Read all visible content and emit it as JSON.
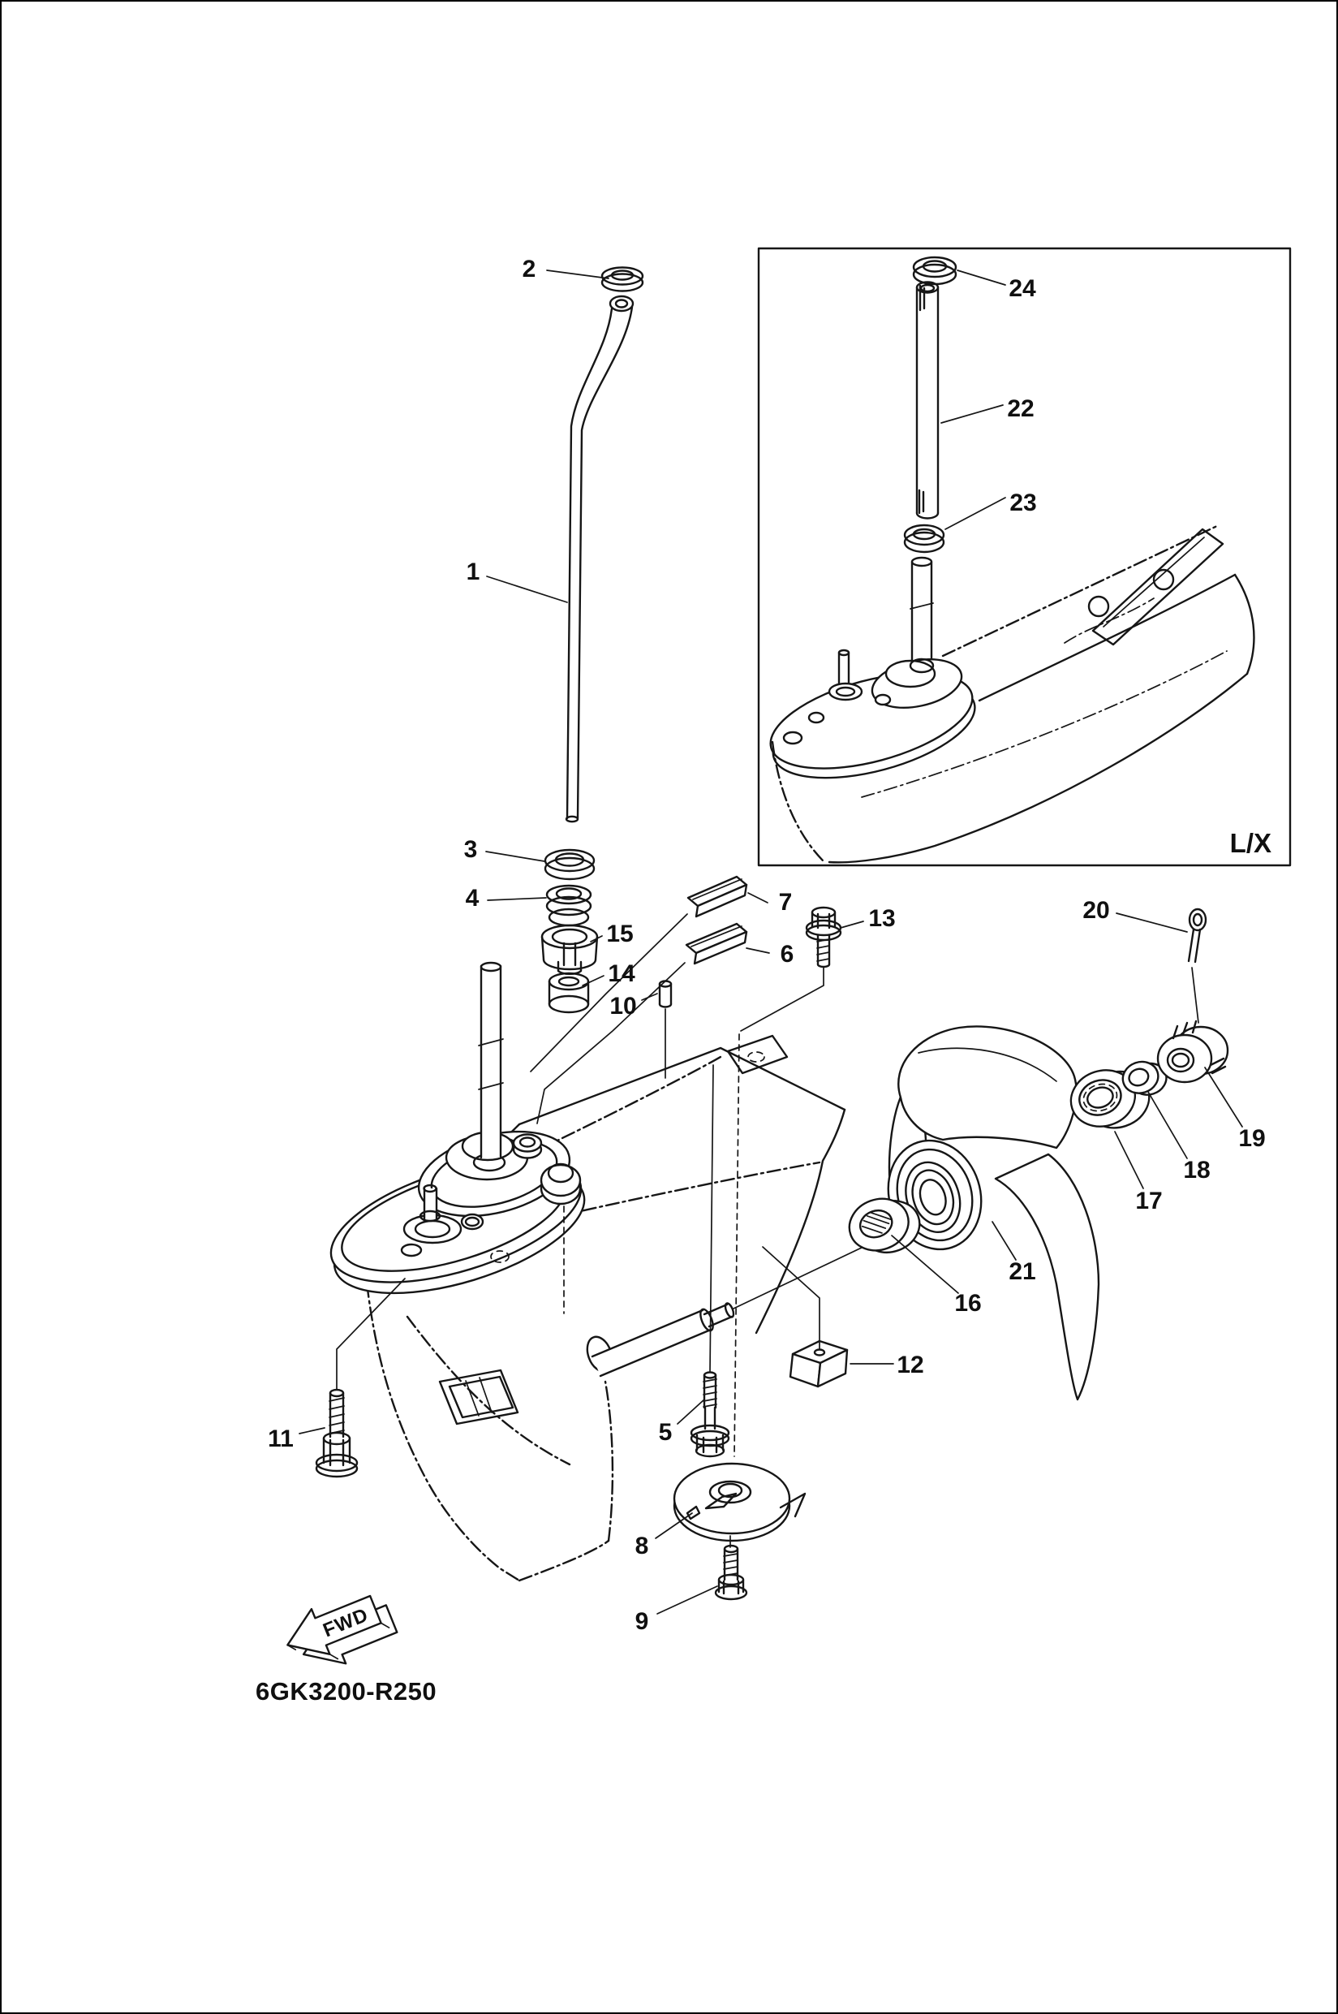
{
  "drawing": {
    "code": "6GK3200-R250",
    "variant_tag": "L/X",
    "orientation_arrow": "FWD",
    "colors": {
      "background": "#ffffff",
      "line": "#161616"
    }
  },
  "callouts": {
    "n1": "1",
    "n2": "2",
    "n3": "3",
    "n4": "4",
    "n5": "5",
    "n6": "6",
    "n7": "7",
    "n8": "8",
    "n9": "9",
    "n10": "10",
    "n11": "11",
    "n12": "12",
    "n13": "13",
    "n14": "14",
    "n15": "15",
    "n16": "16",
    "n17": "17",
    "n18": "18",
    "n19": "19",
    "n20": "20",
    "n21": "21",
    "n22": "22",
    "n23": "23",
    "n24": "24"
  }
}
